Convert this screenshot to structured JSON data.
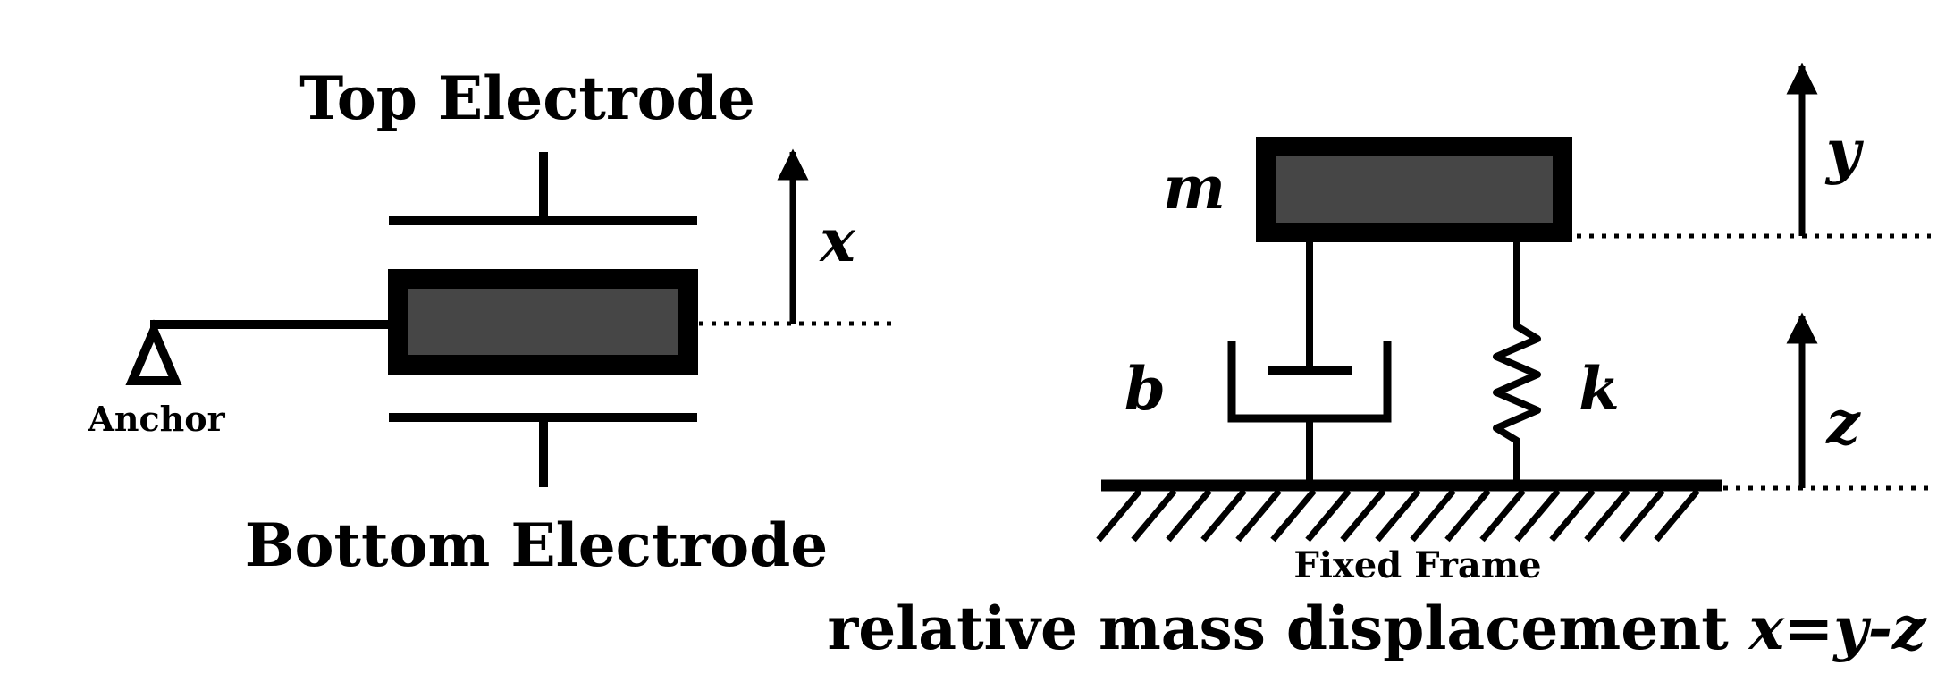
{
  "left": {
    "top_label": "Top Electrode",
    "bottom_label": "Bottom Electrode",
    "anchor_label": "Anchor",
    "axis_label": "x"
  },
  "right": {
    "mass_label": "m",
    "damper_label": "b",
    "spring_label": "k",
    "axis_y_label": "y",
    "axis_z_label": "z",
    "frame_label": "Fixed Frame"
  },
  "caption": {
    "prefix": "relative mass displacement ",
    "equation": "x=y-z"
  },
  "colors": {
    "ink": "#000000",
    "mass_fill": "#464646"
  }
}
